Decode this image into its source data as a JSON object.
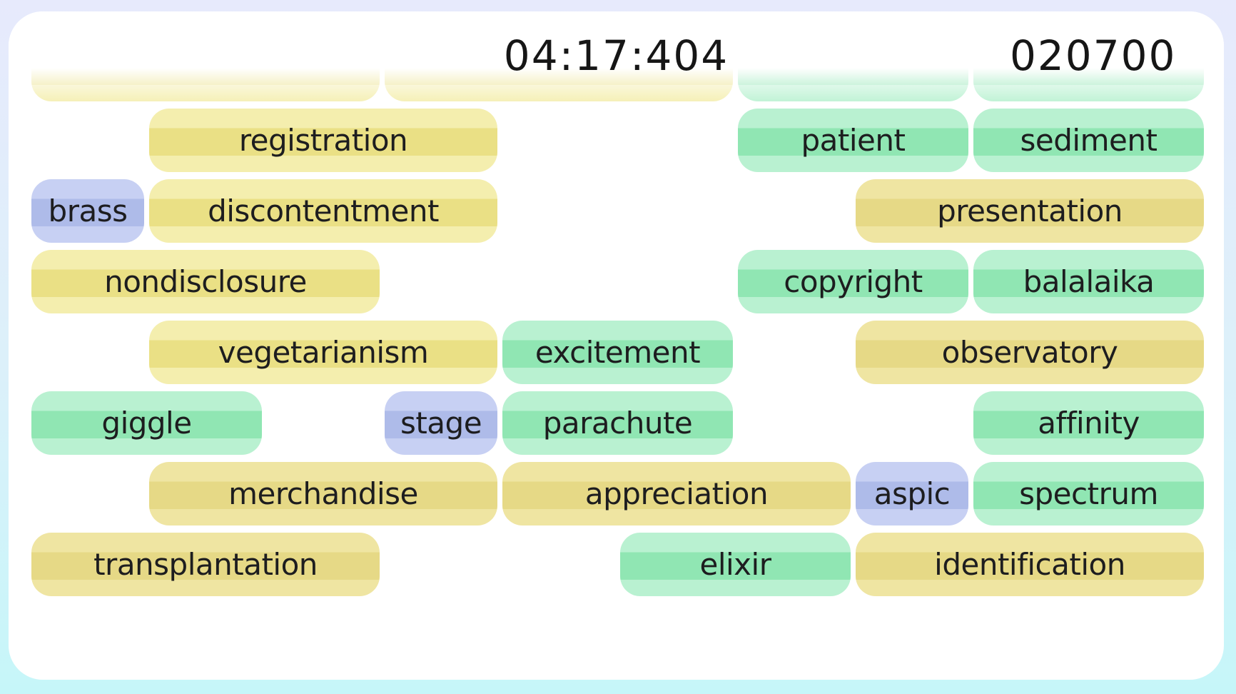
{
  "header": {
    "timer": "04:17:404",
    "score": "020700"
  },
  "palette": {
    "yellow": {
      "light": "#f4eeae",
      "main": "#eae085"
    },
    "yellow2": {
      "light": "#efe5a2",
      "main": "#e6d986"
    },
    "green": {
      "light": "#b9f1d1",
      "main": "#90e6b3"
    },
    "blue": {
      "light": "#c7d0f3",
      "main": "#aebbe9"
    },
    "background_top": "#e7eafc",
    "background_bottom": "#c6f6f9",
    "card": "#ffffff",
    "text": "#1d1d1f"
  },
  "board": {
    "rows": [
      {
        "pills": [
          {
            "label": "",
            "color": "yellow",
            "col": 0,
            "span": 3
          },
          {
            "label": "",
            "color": "yellow",
            "col": 3,
            "span": 3
          },
          {
            "label": "",
            "color": "green",
            "col": 6,
            "span": 2
          },
          {
            "label": "",
            "color": "green",
            "col": 8,
            "span": 2
          }
        ]
      },
      {
        "pills": [
          {
            "label": "registration",
            "color": "yellow",
            "col": 1,
            "span": 3
          },
          {
            "label": "patient",
            "color": "green",
            "col": 6,
            "span": 2
          },
          {
            "label": "sediment",
            "color": "green",
            "col": 8,
            "span": 2
          }
        ]
      },
      {
        "pills": [
          {
            "label": "brass",
            "color": "blue",
            "col": 0,
            "span": 1
          },
          {
            "label": "discontentment",
            "color": "yellow",
            "col": 1,
            "span": 3
          },
          {
            "label": "presentation",
            "color": "yellow2",
            "col": 7,
            "span": 3
          }
        ]
      },
      {
        "pills": [
          {
            "label": "nondisclosure",
            "color": "yellow",
            "col": 0,
            "span": 3
          },
          {
            "label": "copyright",
            "color": "green",
            "col": 6,
            "span": 2
          },
          {
            "label": "balalaika",
            "color": "green",
            "col": 8,
            "span": 2
          }
        ]
      },
      {
        "pills": [
          {
            "label": "vegetarianism",
            "color": "yellow",
            "col": 1,
            "span": 3
          },
          {
            "label": "excitement",
            "color": "green",
            "col": 4,
            "span": 2
          },
          {
            "label": "observatory",
            "color": "yellow2",
            "col": 7,
            "span": 3
          }
        ]
      },
      {
        "pills": [
          {
            "label": "giggle",
            "color": "green",
            "col": 0,
            "span": 2
          },
          {
            "label": "stage",
            "color": "blue",
            "col": 3,
            "span": 1
          },
          {
            "label": "parachute",
            "color": "green",
            "col": 4,
            "span": 2
          },
          {
            "label": "affinity",
            "color": "green",
            "col": 8,
            "span": 2
          }
        ]
      },
      {
        "pills": [
          {
            "label": "merchandise",
            "color": "yellow2",
            "col": 1,
            "span": 3
          },
          {
            "label": "appreciation",
            "color": "yellow2",
            "col": 4,
            "span": 3
          },
          {
            "label": "aspic",
            "color": "blue",
            "col": 7,
            "span": 1
          },
          {
            "label": "spectrum",
            "color": "green",
            "col": 8,
            "span": 2
          }
        ]
      },
      {
        "pills": [
          {
            "label": "transplantation",
            "color": "yellow2",
            "col": 0,
            "span": 3
          },
          {
            "label": "elixir",
            "color": "green",
            "col": 5,
            "span": 2
          },
          {
            "label": "identification",
            "color": "yellow2",
            "col": 7,
            "span": 3
          }
        ]
      }
    ]
  }
}
